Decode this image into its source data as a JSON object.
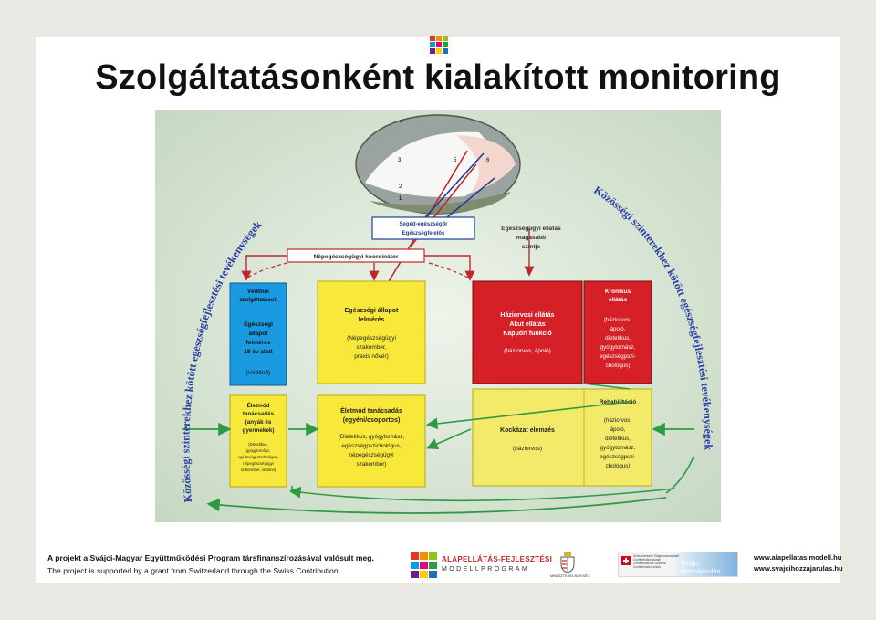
{
  "title": "Szolgáltatásonként kialakított monitoring",
  "colors": {
    "blue": "#1a9ae0",
    "yellow": "#f7e83a",
    "red": "#d62027",
    "light_yellow": "#f3ea6a",
    "green_arrow": "#2e9a44",
    "red_arrow": "#c0272d",
    "navy_arrow": "#1f3f94"
  },
  "diagram": {
    "ellipse_levels": [
      "4",
      "3",
      "5",
      "6",
      "2",
      "1"
    ],
    "boxes": {
      "seged": [
        "Segéd-egészségőr",
        "Egészségfelelős"
      ],
      "higher_level": [
        "Egészségügyi ellátás",
        "magasabb",
        "szintje"
      ],
      "nepegeszsegugyi_koordinator": "Népegészségügyi koordinátor",
      "vedonoi": {
        "header": [
          "Védőnői",
          "szolgáltatások"
        ],
        "body": [
          "Egészségi",
          "állapot",
          "felmérés",
          "18 év alatt"
        ],
        "role": "(Védőnő)"
      },
      "egeszsegi_allapot": {
        "body": [
          "Egészségi állapot",
          "felmérés"
        ],
        "role": [
          "(Népegészségügyi",
          "szakember,",
          "praxis nővér)"
        ]
      },
      "haziorvosi": {
        "body": [
          "Háziorvosi ellátás",
          "Akut ellátás",
          "Kapuőri funkció"
        ],
        "role": "(háziorvos, ápoló)"
      },
      "kronikus": {
        "header": [
          "Krónikus",
          "ellátás"
        ],
        "role": [
          "(háziorvos,",
          "ápoló,",
          "dietetikus,",
          "gyógytornász,",
          "egészségpszi-",
          "chológus)"
        ]
      },
      "eletmod_small": {
        "header": [
          "Életmód",
          "tanácsadás",
          "(anyák és",
          "gyermekek)"
        ],
        "role": [
          "(Dietetikus,",
          "gyógytornász,",
          "egészségpszichológus,",
          "népegészségügyi",
          "szakember, védőnő)"
        ]
      },
      "eletmod_big": {
        "header": [
          "Életmód tanácsadás",
          "(egyéni/csoportos)"
        ],
        "role": [
          "(Dietetikus, gyógytornász,",
          "egészségpszichológus,",
          "népegészségügyi",
          "szakember)"
        ]
      },
      "kockazat": {
        "body": "Kockázat elemzés",
        "role": "(háziorvos)"
      },
      "rehabilitacio": {
        "header": "Rehabilitáció",
        "role": [
          "(háziorvos,",
          "ápoló,",
          "dietetikus,",
          "gyógytornász,",
          "egészségpszi-",
          "chológus)"
        ]
      }
    },
    "arc_left": "Közösségi szinterekhez kötött egészségfejlesztési tevékenységek",
    "arc_right": "Közösségi szinterekhez kötött egészségfejlesztési tevékenységek"
  },
  "footer": {
    "line_hu": "A projekt a Svájci-Magyar Együttműködési Program társfinanszírozásával valósult meg.",
    "line_en": "The project is supported by a grant from Switzerland through the Swiss Contribution.",
    "program_name": "ALAPELLÁTÁS-FEJLESZTÉSI",
    "program_sub": "MODELLPROGRAM",
    "ministry": "MINISZTERELNÖKSÉG",
    "swiss_gov": [
      "Schweizerische Eidgenossenschaft",
      "Confédération suisse",
      "Confederazione Svizzera",
      "Confederaziun svizra"
    ],
    "swiss_title": [
      "Svájci",
      "Hozzájárulás"
    ],
    "web1": "www.alapellatasimodell.hu",
    "web2": "www.svajcihozzajarulas.hu"
  }
}
